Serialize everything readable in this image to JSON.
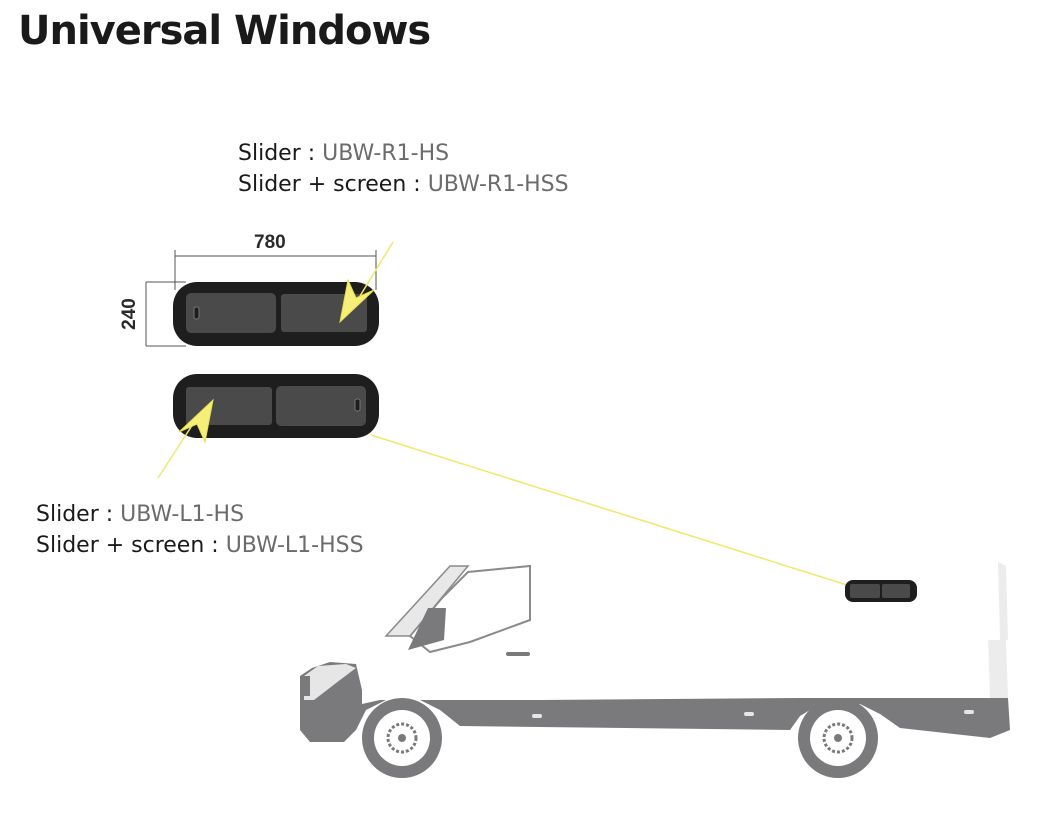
{
  "title": "Universal Windows",
  "right_window": {
    "width_dim": "780",
    "height_dim": "240",
    "slider_label": "Slider :",
    "slider_code": "UBW-R1-HS",
    "screen_label": "Slider + screen :",
    "screen_code": "UBW-R1-HSS"
  },
  "left_window": {
    "slider_label": "Slider :",
    "slider_code": "UBW-L1-HS",
    "screen_label": "Slider + screen :",
    "screen_code": "UBW-L1-HSS"
  },
  "colors": {
    "window_frame": "#1e1e1e",
    "window_glass": "#4a4a4a",
    "van_body": "#7a7a7c",
    "pointer_arrow": "#f5ef7a"
  }
}
